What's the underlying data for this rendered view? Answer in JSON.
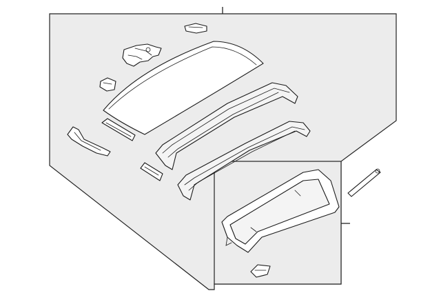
{
  "diagram": {
    "parts": [
      "roof-panel",
      "front-bow",
      "center-bow",
      "rear-window-assembly",
      "latch-bracket",
      "hinge-bracket",
      "side-seal",
      "rear-trim-strip"
    ]
  }
}
